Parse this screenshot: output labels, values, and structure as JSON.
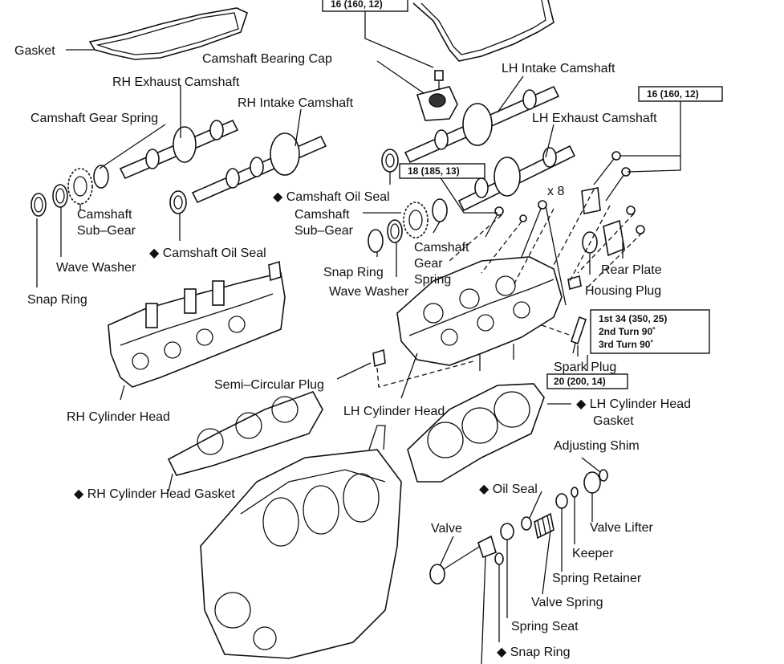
{
  "labels": {
    "gasket": "Gasket",
    "camshaft_bearing_cap": "Camshaft Bearing Cap",
    "lh_intake_camshaft": "LH Intake Camshaft",
    "rh_exhaust_camshaft": "RH Exhaust Camshaft",
    "rh_intake_camshaft": "RH Intake Camshaft",
    "camshaft_gear_spring_left": "Camshaft Gear Spring",
    "lh_exhaust_camshaft": "LH Exhaust Camshaft",
    "camshaft_oil_seal_center": "◆ Camshaft Oil Seal",
    "camshaft_sub_gear_center_1": "Camshaft",
    "camshaft_sub_gear_center_2": "Sub–Gear",
    "camshaft_sub_gear_left_1": "Camshaft",
    "camshaft_sub_gear_left_2": "Sub–Gear",
    "camshaft_oil_seal_left": "◆ Camshaft Oil Seal",
    "wave_washer_left": "Wave Washer",
    "snap_ring_left": "Snap Ring",
    "snap_ring_center": "Snap Ring",
    "camshaft_gear_spring_center_1": "Camshaft",
    "camshaft_gear_spring_center_2": "Gear",
    "camshaft_gear_spring_center_3": "Spring",
    "wave_washer_center": "Wave Washer",
    "rear_plate": "Rear Plate",
    "housing_plug": "Housing Plug",
    "x8": "x 8",
    "spark_plug": "Spark Plug",
    "semi_circular_plug": "Semi–Circular Plug",
    "rh_cylinder_head": "RH Cylinder Head",
    "lh_cylinder_head": "LH Cylinder Head",
    "lh_cylinder_head_gasket_1": "◆ LH Cylinder Head",
    "lh_cylinder_head_gasket_2": "Gasket",
    "adjusting_shim": "Adjusting Shim",
    "oil_seal": "◆ Oil Seal",
    "rh_cylinder_head_gasket": "◆ RH Cylinder Head Gasket",
    "valve": "Valve",
    "valve_lifter": "Valve Lifter",
    "keeper": "Keeper",
    "spring_retainer": "Spring Retainer",
    "valve_spring": "Valve Spring",
    "spring_seat": "Spring Seat",
    "snap_ring_bottom": "◆ Snap Ring"
  },
  "torque": {
    "top": "16 (160, 12)",
    "right": "16 (160, 12)",
    "center": "18 (185, 13)",
    "head_bolt_1": "1st 34 (350, 25)",
    "head_bolt_2": "2nd Turn 90˚",
    "head_bolt_3": "3rd Turn 90˚",
    "spark_plug": "20 (200, 14)"
  }
}
